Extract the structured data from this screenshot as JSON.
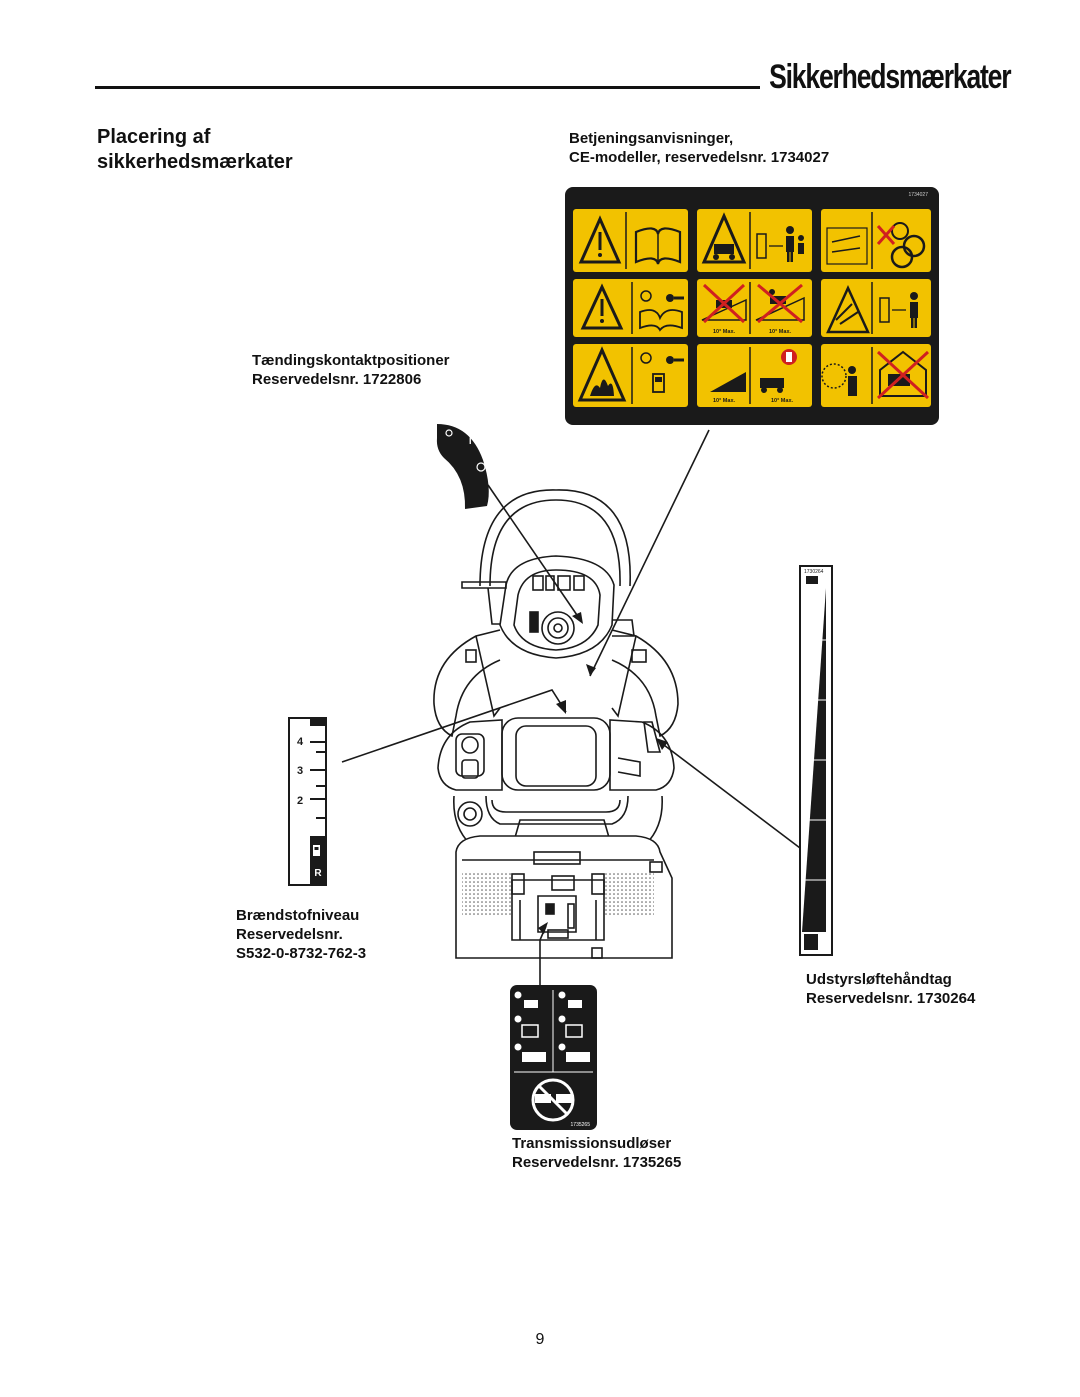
{
  "header": {
    "title": "Sikkerhedsmærkater"
  },
  "section": {
    "title_line1": "Placering af",
    "title_line2": "sikkerhedsmærkater"
  },
  "labels": {
    "operating": {
      "line1": "Betjeningsanvisninger,",
      "line2": "CE-modeller, reservedelsnr. 1734027"
    },
    "ignition": {
      "line1": "Tændingskontaktpositioner",
      "line2": "Reservedelsnr. 1722806"
    },
    "fuel": {
      "line1": "Brændstofniveau",
      "line2": "Reservedelsnr.",
      "line3": "S532-0-8732-762-3"
    },
    "lift": {
      "line1": "Udstyrsløftehåndtag",
      "line2": "Reservedelsnr. 1730264"
    },
    "transmission": {
      "line1": "Transmissionsudløser",
      "line2": "Reservedelsnr. 1735265"
    }
  },
  "decals": {
    "operating_part_no": "1734027",
    "operating_slope_1": "10° Max.",
    "operating_slope_2": "10° Max.",
    "operating_slope_3": "10° Max.",
    "operating_slope_4": "10° Max.",
    "fuel_marks": [
      "4",
      "3",
      "2",
      "R"
    ],
    "lift_part_no": "1730264",
    "transmission_part_no": "1735265",
    "ignition_mark": "I"
  },
  "colors": {
    "decal_yellow": "#f2c200",
    "decal_black": "#1a1a1a"
  },
  "page": {
    "number": "9"
  }
}
